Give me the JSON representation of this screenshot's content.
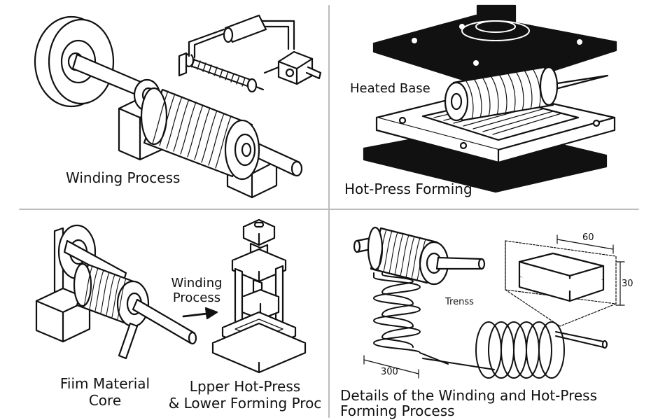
{
  "panels": {
    "top_left": {
      "caption": "Winding Process"
    },
    "top_right": {
      "base_label": "Heated Base",
      "caption": "Hot-Press Forming"
    },
    "bottom_left": {
      "core_caption_1": "Fiim Material",
      "core_caption_2": "Core",
      "arrow_label_1": "Winding",
      "arrow_label_2": "Process",
      "press_caption_1": "Lpper Hot-Press",
      "press_caption_2": "& Lower Forming Proc"
    },
    "bottom_right": {
      "trace_label": "Trenss",
      "dim_length": "300",
      "dim_width": "60",
      "dim_height": "30",
      "caption_1": "Details of the Winding and Hot-Press",
      "caption_2": "Forming Process"
    }
  },
  "colors": {
    "ink": "#111111",
    "divider": "#bbbbbb",
    "fill": "#ffffff"
  }
}
